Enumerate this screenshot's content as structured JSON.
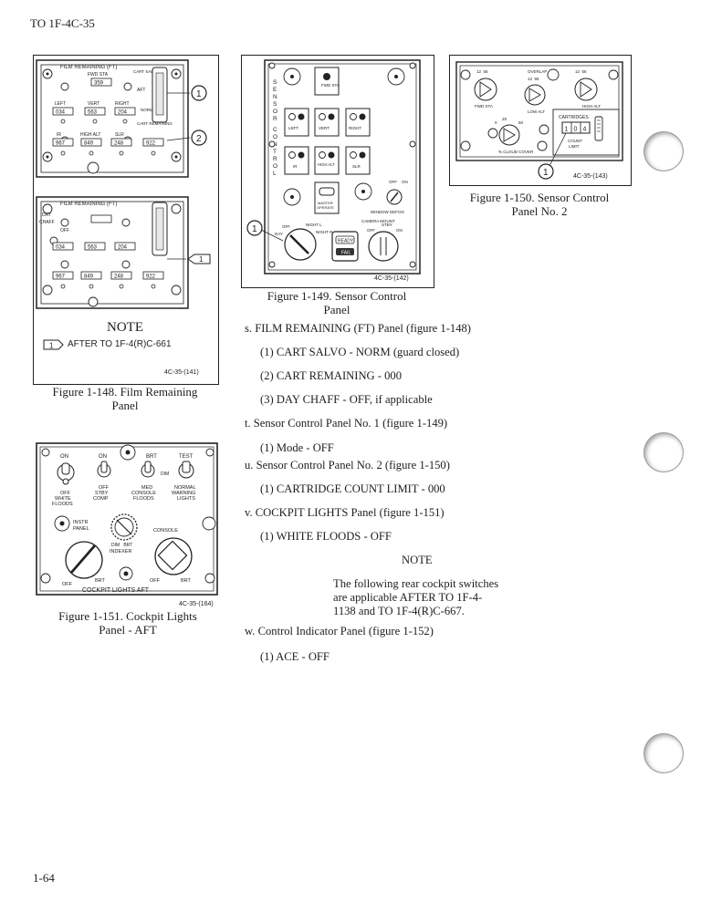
{
  "header": {
    "doc_id": "TO 1F-4C-35"
  },
  "page_number": "1-64",
  "fig148": {
    "caption_line1": "Figure 1-148.  Film Remaining",
    "caption_line2": "Panel",
    "code": "4C-35-(141)",
    "note_title": "NOTE",
    "note_marker": "1",
    "note_text": "AFTER TO 1F-4(R)C-661",
    "top_panel": {
      "title": "FILM REMAINING (FT)",
      "fwd_sta": "FWD STA",
      "cart_salvo": "CART SALVO",
      "aft": "AFT",
      "norm": "NORM",
      "left": "LEFT",
      "vert": "VERT",
      "right": "RIGHT",
      "cart_remaining": "CART REMAINING",
      "ir": "IR",
      "high_alt": "HIGH ALT",
      "slr": "SLR",
      "counters": [
        "359",
        "034",
        "563",
        "204",
        "967",
        "849",
        "248",
        "922"
      ],
      "callout1": "1",
      "callout2": "2"
    },
    "bottom_panel": {
      "title": "FILM REMAINING (FT)",
      "day": "DAY",
      "chaff": "CHAFF",
      "off": "OFF",
      "marker": "1"
    }
  },
  "fig149": {
    "caption_line1": "Figure 1-149.  Sensor Control",
    "caption_line2": "Panel",
    "code": "4C-35-(142)",
    "side_label": "SENSOR CONTROL",
    "buttons": [
      "FWD STA",
      "LEFT",
      "VERT",
      "RIGHT",
      "IR",
      "HIGH ALT",
      "SLR"
    ],
    "master_operate": "MASTER OPERATE",
    "window_defog": "WINDOW DEFOG",
    "camera_mount": "CAMERA MOUNT",
    "mode_labels": [
      "OFF",
      "NIGHT L",
      "DAY",
      "NIGHT R"
    ],
    "mount_labels": [
      "OFF",
      "STBY",
      "ON"
    ],
    "defog_labels": [
      "OFF",
      "ON"
    ],
    "ready": "READY",
    "fail": "FAIL",
    "callout": "1"
  },
  "fig150": {
    "caption_line1": "Figure 1-150.  Sensor Control",
    "caption_line2": "Panel No. 2",
    "code": "4C-35-(143)",
    "fwd_sta": "FWD STA",
    "overlap": "OVERLAP",
    "low_alt": "LOW ALT",
    "high_alt": "HIGH ALT",
    "cartridges": "CARTRIDGES",
    "count_limit": "COUNT LIMIT",
    "cloud_cover": "% CLOUD COVER",
    "counter": [
      "1",
      "0",
      "4"
    ],
    "callout": "1"
  },
  "fig151": {
    "caption_line1": "Figure 1-151.  Cockpit Lights",
    "caption_line2": "Panel - AFT",
    "code": "4C-35-(164)",
    "title": "COCKPIT LIGHTS  AFT",
    "labels": {
      "on1": "ON",
      "on2": "ON",
      "brt": "BRT",
      "test": "TEST",
      "white_floods": "OFF WHITE FLOODS",
      "stby_comp": "OFF STBY COMP",
      "console_floods": "MED CONSOLE FLOODS",
      "warning_lights": "NORMAL WARNING LIGHTS",
      "dim": "DIM",
      "instr_panel": "INSTR PANEL",
      "console": "CONSOLE",
      "indexer": "DIM  BRT INDEXER",
      "off1": "OFF",
      "brt1": "BRT",
      "off2": "OFF",
      "brt2": "BRT"
    }
  },
  "checklist": {
    "s": {
      "text": "s. FILM REMAINING (FT) Panel (figure 1-148)",
      "items": [
        "(1) CART SALVO - NORM (guard closed)",
        "(2) CART REMAINING - 000",
        "(3) DAY CHAFF - OFF, if applicable"
      ]
    },
    "t": {
      "text": "t. Sensor Control Panel No. 1 (figure 1-149)",
      "items": [
        "(1) Mode - OFF"
      ]
    },
    "u": {
      "text": "u. Sensor Control Panel No. 2 (figure 1-150)",
      "items": [
        "(1) CARTRIDGE COUNT LIMIT - 000"
      ]
    },
    "v": {
      "text": "v. COCKPIT LIGHTS Panel (figure 1-151)",
      "items": [
        "(1) WHITE FLOODS - OFF"
      ]
    },
    "note_title": "NOTE",
    "note_lines": [
      "The following rear cockpit switches",
      "are applicable AFTER TO 1F-4-",
      "1138 and TO 1F-4(R)C-667."
    ],
    "w": {
      "text": "w. Control Indicator Panel (figure 1-152)",
      "items": [
        "(1) ACE - OFF"
      ]
    }
  }
}
